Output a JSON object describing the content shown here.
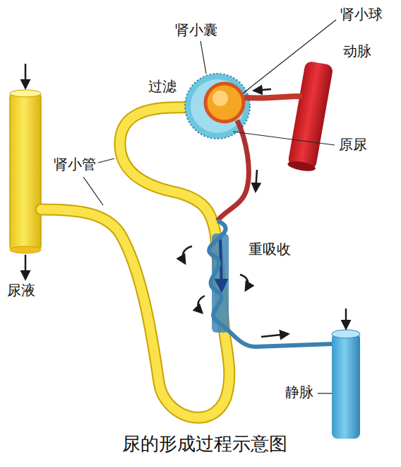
{
  "diagram": {
    "caption": "尿的形成过程示意图",
    "labels": [
      "肾小球",
      "肾小囊",
      "动脉",
      "过滤",
      "原尿",
      "肾小管",
      "重吸收",
      "尿液",
      "静脉"
    ]
  }
}
